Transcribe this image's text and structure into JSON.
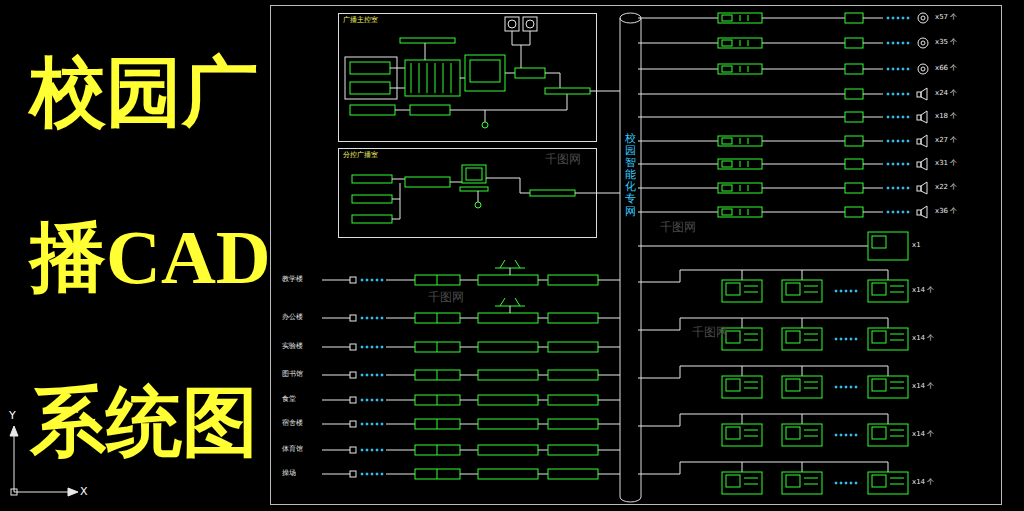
{
  "diagram": {
    "title": "校园广 播CAD 系统图",
    "nodes": [
      {
        "text": [
          "广播主控室"
        ]
      },
      {
        "text": [
          "分控广播室"
        ]
      },
      {
        "text": [
          "校园智能化专网"
        ]
      }
    ],
    "edges": [
      {
        "from": 0,
        "to": 2,
        "arrow": "none"
      },
      {
        "from": 1,
        "to": 2,
        "arrow": "none"
      }
    ],
    "labels": [
      "Y",
      "X",
      "x57 个",
      "x35 个",
      "x66 个",
      "x24 个",
      "x18 个",
      "x27 个",
      "x31 个",
      "x22 个",
      "x36 个",
      "x1",
      "x14 个",
      "x14 个",
      "x14 个",
      "x14 个",
      "x14 个",
      "教学楼",
      "办公楼",
      "实验楼",
      "图书馆",
      "食堂",
      "宿舍楼",
      "体育馆",
      "操场",
      "千图网",
      "千图网",
      "千图网",
      "千图网"
    ]
  }
}
